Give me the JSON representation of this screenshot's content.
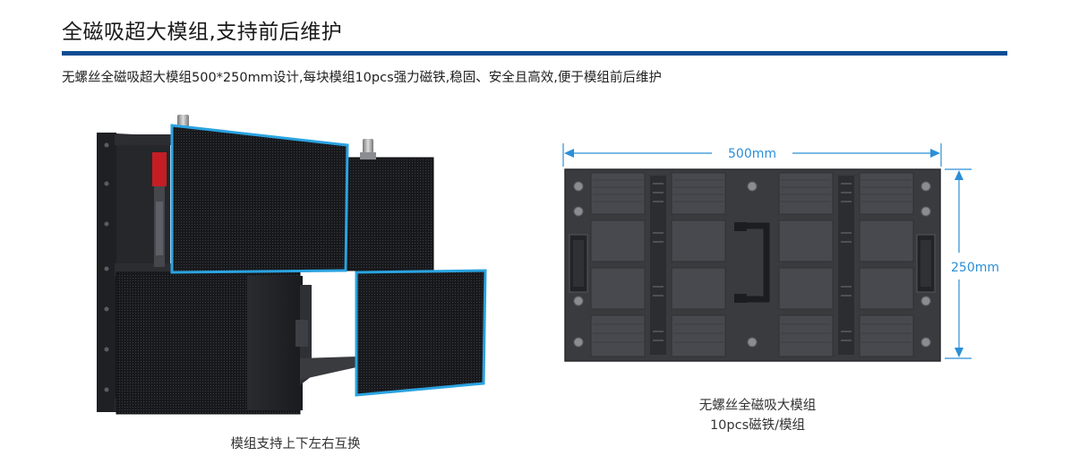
{
  "header": {
    "title": "全磁吸超大模组,支持前后维护",
    "accent_color": "#0c4d93"
  },
  "description": "无螺丝全磁吸超大模组500*250mm设计,每块模组10pcs强力磁铁,稳固、安全且高效,便于模组前后维护",
  "left_figure": {
    "caption": "模组支持上下左右互换",
    "highlight_color": "#2aa3e0"
  },
  "right_figure": {
    "width_label": "500mm",
    "height_label": "250mm",
    "caption_line1": "无螺丝全磁吸大模组",
    "caption_line2": "10pcs磁铁/模组",
    "dimension_color": "#2b8fd8"
  }
}
